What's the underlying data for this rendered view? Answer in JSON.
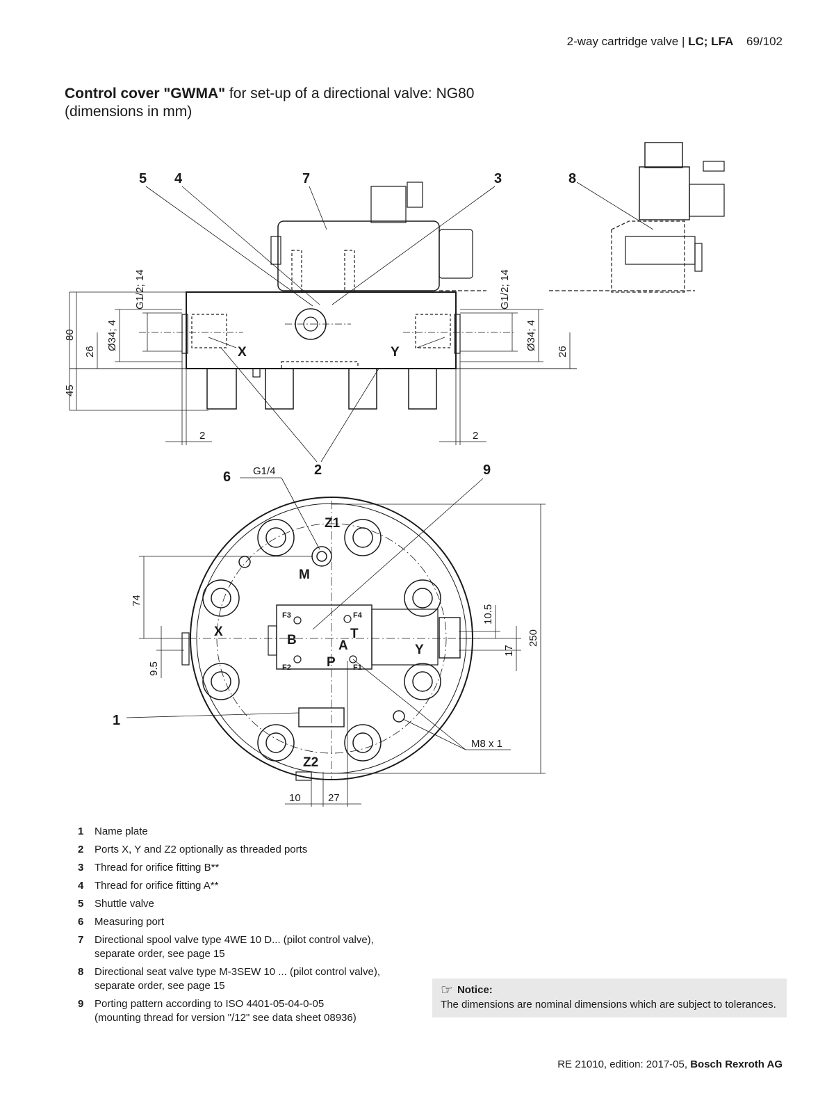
{
  "header": {
    "doc": "2-way cartridge valve |",
    "product": "LC; LFA",
    "page": "69/102"
  },
  "title": {
    "bold": "Control cover \"GWMA\"",
    "rest": " for set-up of a directional valve: NG80",
    "line2": "(dimensions in mm)"
  },
  "drawing": {
    "callouts": {
      "c1": "1",
      "c2": "2",
      "c3": "3",
      "c4": "4",
      "c5": "5",
      "c6": "6",
      "c7": "7",
      "c8": "8",
      "c9": "9"
    },
    "dims": {
      "g12_left": "G1/2; 14",
      "g12_right": "G1/2; 14",
      "d34_left": "Ø34; 4",
      "d34_right": "Ø34; 4",
      "h80": "80",
      "h26_left": "26",
      "h26_right": "26",
      "h45": "45",
      "two_left": "2",
      "two_right": "2",
      "g14": "G1/4",
      "d74": "74",
      "d95": "9.5",
      "d105": "10.5",
      "d17": "17",
      "d250": "250",
      "d10": "10",
      "d27": "27",
      "m8": "M8 x 1"
    },
    "ports": {
      "x_top": "X",
      "y_top": "Y",
      "x_bot": "X",
      "y_bot": "Y",
      "z1": "Z1",
      "z2": "Z2",
      "m": "M",
      "b": "B",
      "a": "A",
      "t": "T",
      "p": "P",
      "f1": "F1",
      "f2": "F2",
      "f3": "F3",
      "f4": "F4"
    }
  },
  "legend": [
    {
      "n": "1",
      "text": "Name plate"
    },
    {
      "n": "2",
      "text": "Ports X, Y and Z2 optionally as threaded ports"
    },
    {
      "n": "3",
      "text": "Thread for orifice fitting B**"
    },
    {
      "n": "4",
      "text": "Thread for orifice fitting A**"
    },
    {
      "n": "5",
      "text": "Shuttle valve"
    },
    {
      "n": "6",
      "text": "Measuring port"
    },
    {
      "n": "7",
      "text": "Directional spool valve type 4WE 10 D... (pilot control valve),",
      "text2": "separate order, see page 15"
    },
    {
      "n": "8",
      "text": "Directional seat valve type M-3SEW 10 ... (pilot control valve),",
      "text2": "separate order, see page 15"
    },
    {
      "n": "9",
      "text": "Porting pattern according to ISO 4401-05-04-0-05",
      "text2": "(mounting thread for version \"/12\" see data sheet 08936)"
    }
  ],
  "notice": {
    "title": "Notice:",
    "text": "The dimensions are nominal dimensions which are subject to tolerances."
  },
  "footer": {
    "ref": "RE 21010, edition: 2017-05,",
    "company": "Bosch Rexroth AG"
  }
}
